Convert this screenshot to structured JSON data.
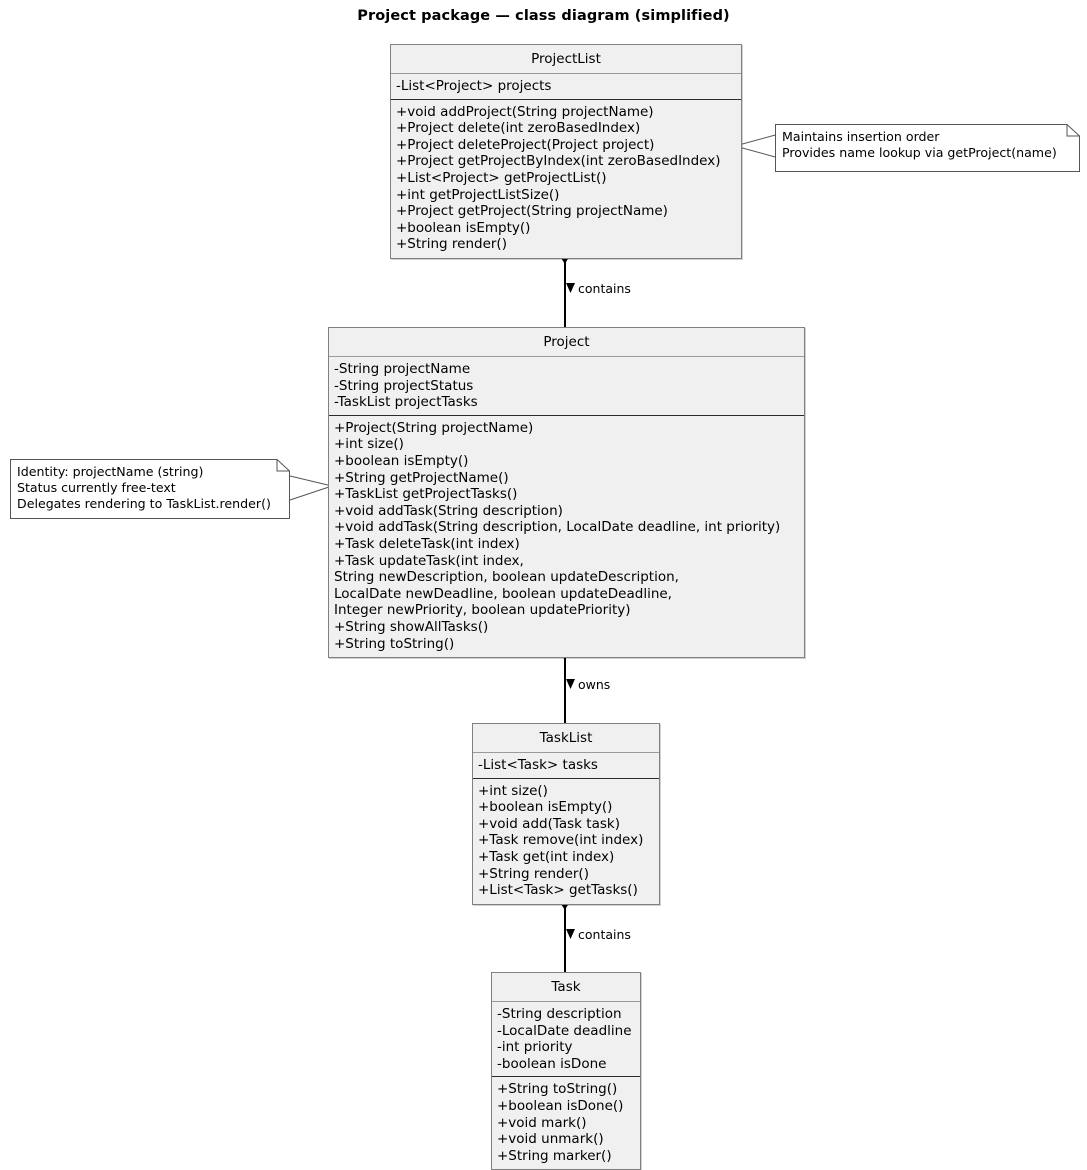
{
  "title": "Project package — class diagram (simplified)",
  "colors": {
    "class_fill": "#f0f0f0",
    "class_border": "#808080",
    "note_fill": "#ffffff",
    "note_border": "#555555",
    "line": "#000000",
    "text": "#000000"
  },
  "classes": [
    {
      "id": "projectlist",
      "name": "ProjectList",
      "attributes": [
        "-List<Project> projects"
      ],
      "operations": [
        "+void addProject(String projectName)",
        "+Project delete(int zeroBasedIndex)",
        "+Project deleteProject(Project project)",
        "+Project getProjectByIndex(int zeroBasedIndex)",
        "+List<Project> getProjectList()",
        "+int getProjectListSize()",
        "+Project getProject(String projectName)",
        "+boolean isEmpty()",
        "+String render()"
      ]
    },
    {
      "id": "project",
      "name": "Project",
      "attributes": [
        "-String projectName",
        "-String projectStatus",
        "-TaskList projectTasks"
      ],
      "operations": [
        "+Project(String projectName)",
        "+int size()",
        "+boolean isEmpty()",
        "+String getProjectName()",
        "+TaskList getProjectTasks()",
        "+void addTask(String description)",
        "+void addTask(String description, LocalDate deadline, int priority)",
        "+Task deleteTask(int index)",
        "+Task updateTask(int index,",
        "String newDescription, boolean updateDescription,",
        "LocalDate newDeadline, boolean updateDeadline,",
        "Integer newPriority, boolean updatePriority)",
        "+String showAllTasks()",
        "+String toString()"
      ]
    },
    {
      "id": "tasklist",
      "name": "TaskList",
      "attributes": [
        "-List<Task> tasks"
      ],
      "operations": [
        "+int size()",
        "+boolean isEmpty()",
        "+void add(Task task)",
        "+Task remove(int index)",
        "+Task get(int index)",
        "+String render()",
        "+List<Task> getTasks()"
      ]
    },
    {
      "id": "task",
      "name": "Task",
      "attributes": [
        "-String description",
        "-LocalDate deadline",
        "-int priority",
        "-boolean isDone"
      ],
      "operations": [
        "+String toString()",
        "+boolean isDone()",
        "+void mark()",
        "+void unmark()",
        "+String marker()"
      ]
    }
  ],
  "relationships": [
    {
      "id": "rel-1",
      "from": "ProjectList",
      "to": "Project",
      "type": "composition",
      "label": "contains"
    },
    {
      "id": "rel-2",
      "from": "Project",
      "to": "TaskList",
      "type": "composition",
      "label": "owns"
    },
    {
      "id": "rel-3",
      "from": "TaskList",
      "to": "Task",
      "type": "composition",
      "label": "contains"
    }
  ],
  "notes": [
    {
      "id": "note-projectlist",
      "attached_to": "ProjectList",
      "lines": [
        "Maintains insertion order",
        "Provides name lookup via getProject(name)"
      ]
    },
    {
      "id": "note-project",
      "attached_to": "Project",
      "lines": [
        "Identity: projectName (string)",
        "Status currently free-text",
        "Delegates rendering to TaskList.render()"
      ]
    }
  ]
}
